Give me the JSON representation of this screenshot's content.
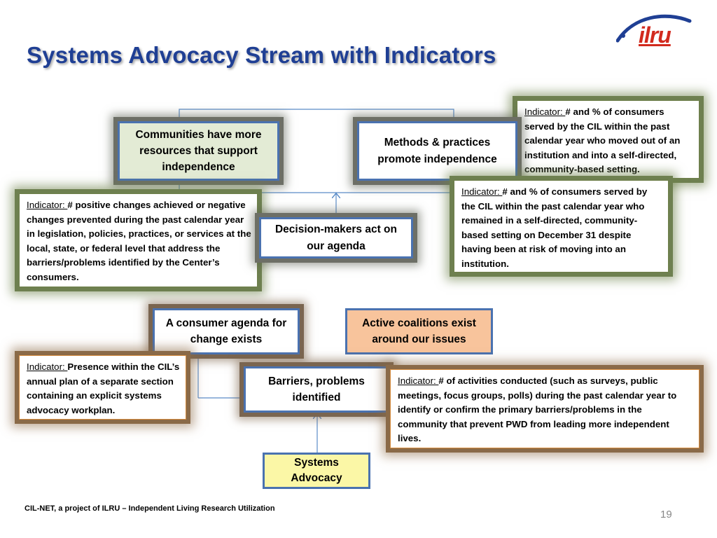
{
  "slide": {
    "title": "Systems Advocacy Stream with Indicators",
    "logo_text": "ilru",
    "footer": "CIL-NET, a project of ILRU – Independent Living Research Utilization",
    "page_number": "19"
  },
  "boxes": {
    "communities": "Communities have more resources that support independence",
    "methods": "Methods & practices promote independence",
    "decision_makers": "Decision-makers act on our agenda",
    "consumer_agenda": "A consumer agenda for change exists",
    "coalitions": "Active coalitions exist around our issues",
    "barriers": "Barriers, problems identified",
    "systems_advocacy": "Systems Advocacy"
  },
  "indicators": {
    "label": "Indicator:",
    "consumers_moved": "# and % of consumers served by the CIL within the past calendar year who moved out of an institution and into a self-directed, community-based setting.",
    "consumers_remained": "# and % of consumers served by the CIL within the past calendar year who remained in a self-directed, community-based setting on December 31 despite having been at risk of moving into an institution.",
    "positive_changes": "# positive changes achieved or negative changes prevented during the past calendar year in legislation, policies, practices, or services at the local, state, or federal level that address the barriers/problems identified by the Center’s consumers.",
    "annual_plan": "Presence within the CIL’s annual plan of a separate section containing an explicit systems advocacy workplan.",
    "activities": "# of activities conducted (such as surveys, public meetings, focus groups, polls) during the past calendar year to identify or confirm the primary barriers/problems in the community that prevent PWD from leading more independent lives."
  },
  "colors": {
    "title": "#1f3f94",
    "box_border": "#4a72b0",
    "communities_fill": "#e3ebd5",
    "coalitions_fill": "#f8c49c",
    "systems_fill": "#fbf7a6",
    "connector": "#5b8cc8",
    "logo": "#d22a1e"
  }
}
